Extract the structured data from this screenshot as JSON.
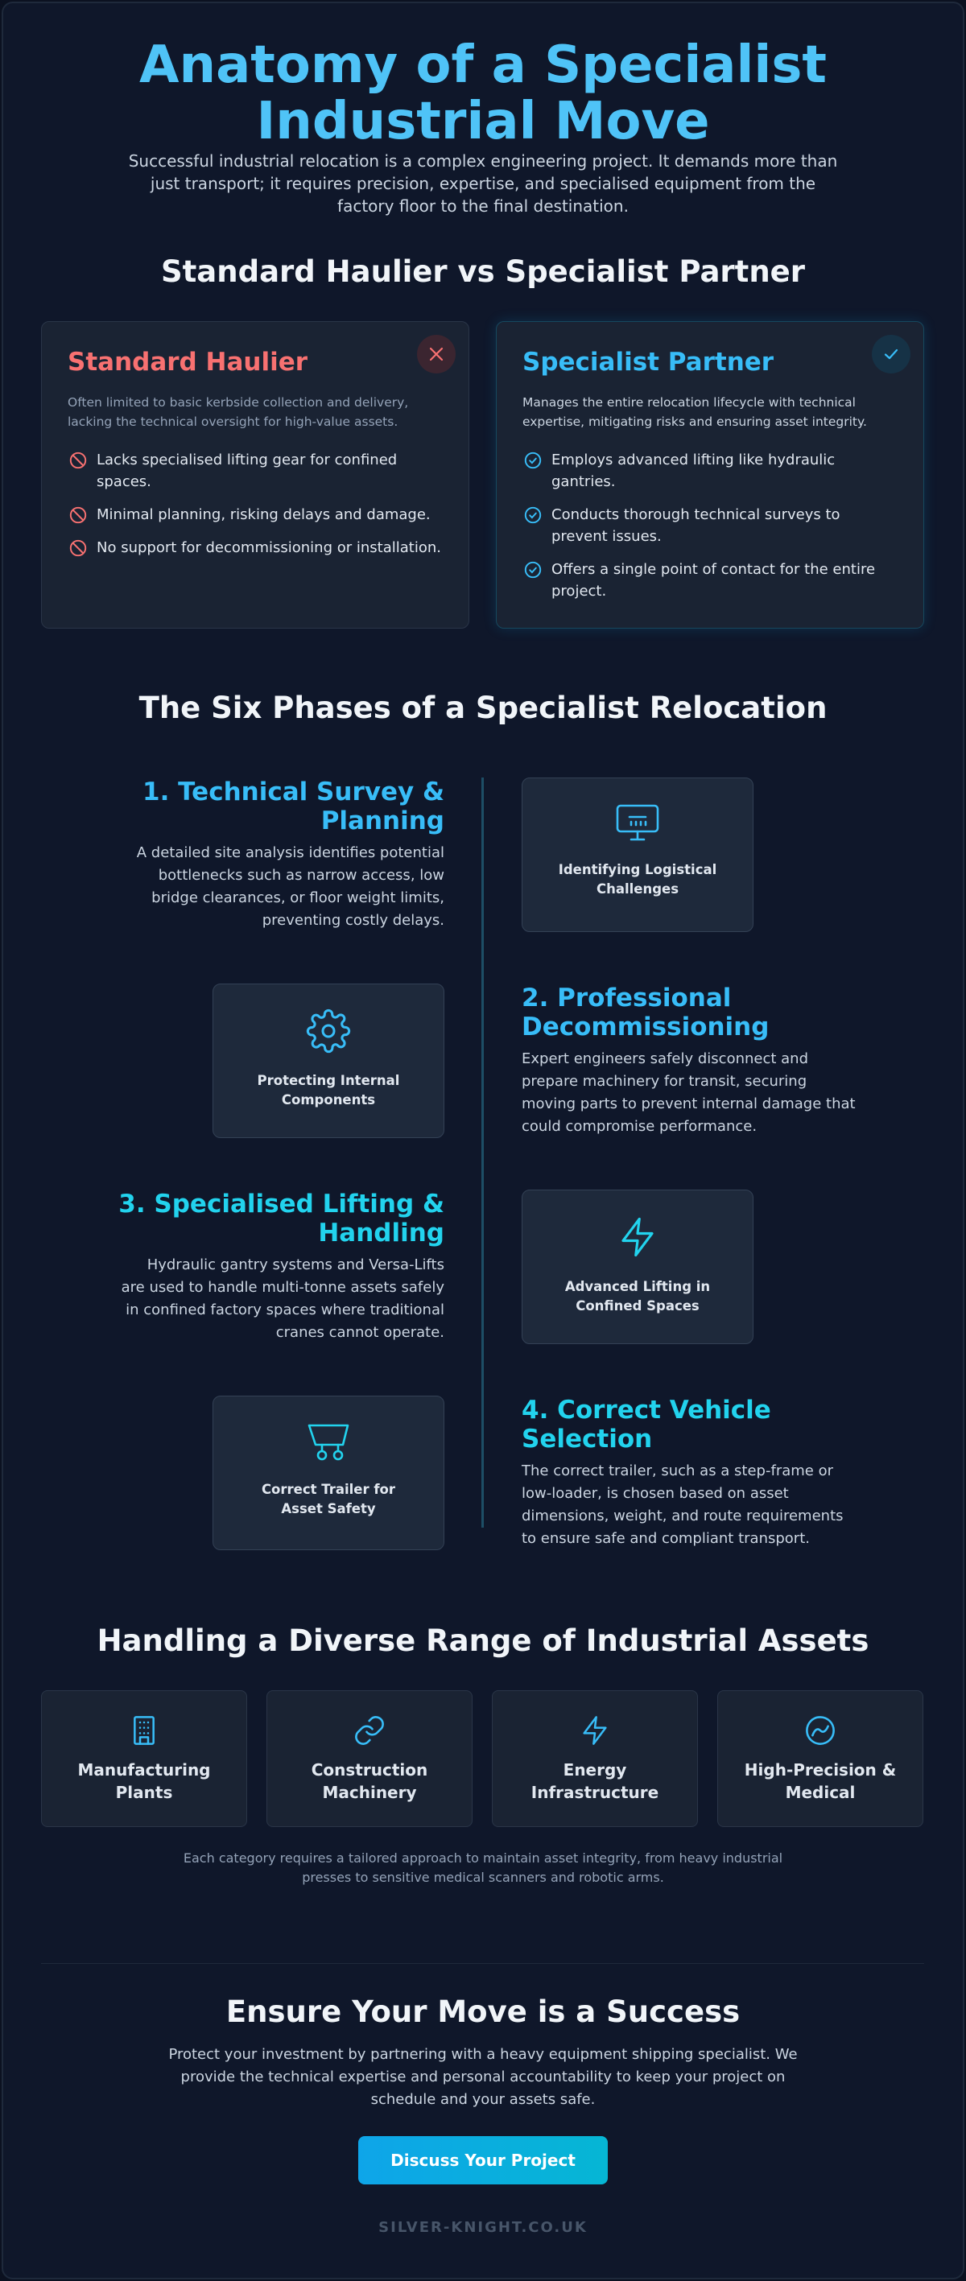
{
  "header": {
    "title_line1": "Anatomy of a Specialist",
    "title_line2": "Industrial Move",
    "intro": "Successful industrial relocation is a complex engineering project. It demands more than just transport; it requires precision, expertise, and specialised equipment from the factory floor to the final destination."
  },
  "comparison": {
    "heading": "Standard Haulier vs Specialist Partner",
    "standard": {
      "title": "Standard Haulier",
      "description": "Often limited to basic kerbside collection and delivery, lacking the technical oversight for high-value assets.",
      "items": [
        "Lacks specialised lifting gear for confined spaces.",
        "Minimal planning, risking delays and damage.",
        "No support for decommissioning or installation."
      ]
    },
    "specialist": {
      "title": "Specialist Partner",
      "description": "Manages the entire relocation lifecycle with technical expertise, mitigating risks and ensuring asset integrity.",
      "items": [
        "Employs advanced lifting like hydraulic gantries.",
        "Conducts thorough technical surveys to prevent issues.",
        "Offers a single point of contact for the entire project."
      ]
    }
  },
  "phases": {
    "heading": "The Six Phases of a Specialist Relocation",
    "items": [
      {
        "title": "1. Technical Survey & Planning",
        "text": "A detailed site analysis identifies potential bottlenecks such as narrow access, low bridge clearances, or floor weight limits, preventing costly delays.",
        "card": "Identifying Logistical Challenges",
        "icon": "survey-monitor-icon"
      },
      {
        "title": "2. Professional Decommissioning",
        "text": "Expert engineers safely disconnect and prepare machinery for transit, securing moving parts to prevent internal damage that could compromise performance.",
        "card": "Protecting Internal Components",
        "icon": "gear-icon"
      },
      {
        "title": "3. Specialised Lifting & Handling",
        "text": "Hydraulic gantry systems and Versa-Lifts are used to handle multi-tonne assets safely in confined factory spaces where traditional cranes cannot operate.",
        "card": "Advanced Lifting in Confined Spaces",
        "icon": "lightning-icon"
      },
      {
        "title": "4. Correct Vehicle Selection",
        "text": "The correct trailer, such as a step-frame or low-loader, is chosen based on asset dimensions, weight, and route requirements to ensure safe and compliant transport.",
        "card": "Correct Trailer for Asset Safety",
        "icon": "trailer-icon"
      }
    ]
  },
  "assets": {
    "heading": "Handling a Diverse Range of Industrial Assets",
    "items": [
      {
        "label": "Manufacturing Plants",
        "icon": "building-icon"
      },
      {
        "label": "Construction Machinery",
        "icon": "link-icon"
      },
      {
        "label": "Energy Infrastructure",
        "icon": "lightning-icon"
      },
      {
        "label": "High-Precision & Medical",
        "icon": "gauge-icon"
      }
    ],
    "note": "Each category requires a tailored approach to maintain asset integrity, from heavy industrial presses to sensitive medical scanners and robotic arms."
  },
  "cta": {
    "heading": "Ensure Your Move is a Success",
    "text": "Protect your investment by partnering with a heavy equipment shipping specialist. We provide the technical expertise and personal accountability to keep your project on schedule and your assets safe.",
    "button": "Discuss Your Project"
  },
  "footer": {
    "site": "SILVER-KNIGHT.CO.UK"
  },
  "colors": {
    "background": "#0f172a",
    "accent_blue": "#38bdf8",
    "accent_cyan": "#22d3ee",
    "negative": "#f87171",
    "card": "#1e293b"
  }
}
